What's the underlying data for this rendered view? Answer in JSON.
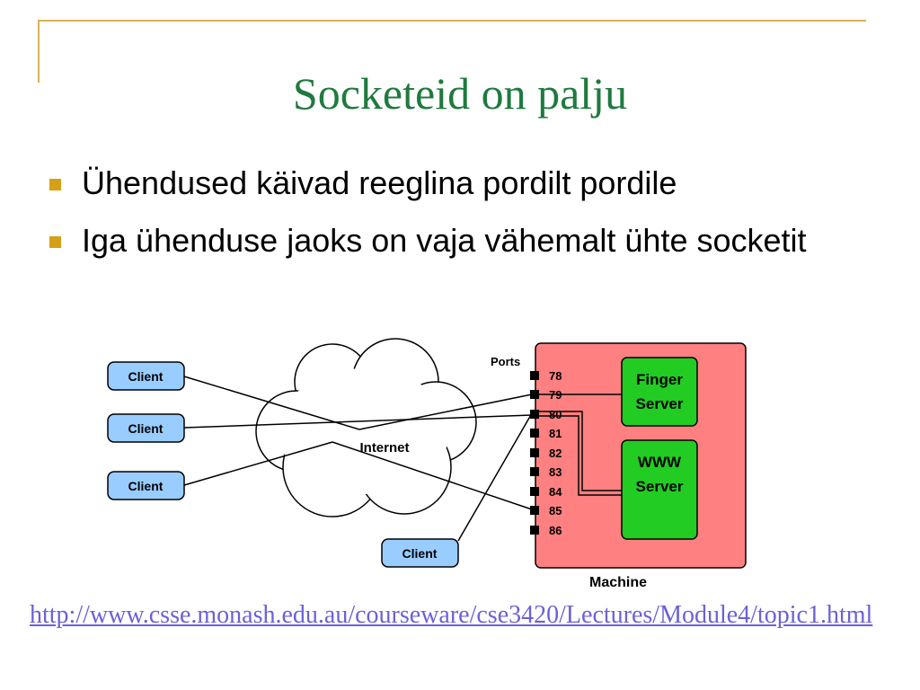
{
  "slide": {
    "title": "Socketeid on palju",
    "bullets": [
      "Ühendused käivad reeglina pordilt pordile",
      "Iga ühenduse jaoks on vaja vähemalt ühte socketit"
    ],
    "link": "http://www.csse.monash.edu.au/courseware/cse3420/Lectures/Module4/topic1.html"
  },
  "diagram": {
    "clients": [
      "Client",
      "Client",
      "Client",
      "Client"
    ],
    "internet_label": "Internet",
    "ports_label": "Ports",
    "ports": [
      "78",
      "79",
      "80",
      "81",
      "82",
      "83",
      "84",
      "85",
      "86"
    ],
    "machine_label": "Machine",
    "servers": [
      {
        "line1": "Finger",
        "line2": "Server"
      },
      {
        "line1": "WWW",
        "line2": "Server"
      }
    ]
  },
  "colors": {
    "title": "#1f7a3e",
    "bullet": "#d4a017",
    "frame": "#d4b35a",
    "client_fill": "#99ccff",
    "machine_fill": "#ff8080",
    "server_fill": "#22cc22",
    "link": "#6b61d8"
  }
}
